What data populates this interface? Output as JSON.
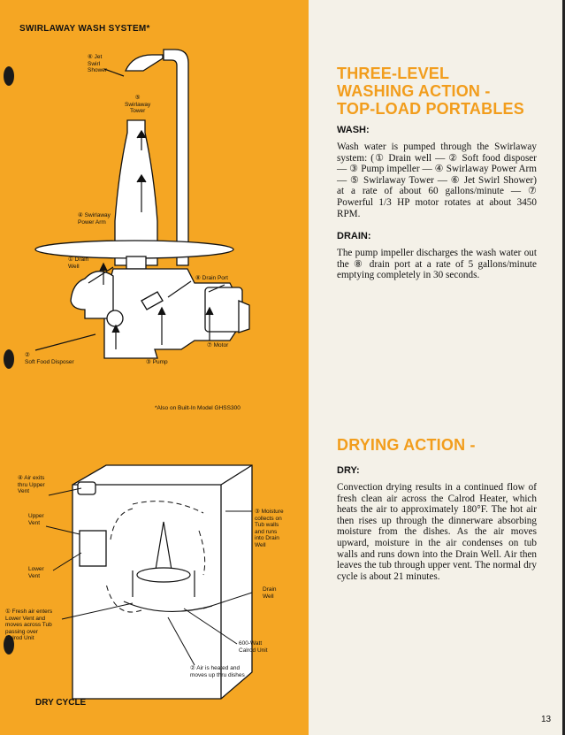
{
  "left": {
    "system_title": "SWIRLAWAY WASH SYSTEM*",
    "footnote": "*Also on Built-In Model GHSS300",
    "dry_cycle_title": "DRY CYCLE",
    "wash_labels": {
      "l6": "⑥ Jet\nSwirl\nShower",
      "l5": "⑤\nSwirlaway\nTower",
      "l4": "④ Swirlaway\nPower Arm",
      "l1": "① Drain\nWell",
      "l8": "⑧ Drain Port",
      "l7": "⑦ Motor",
      "l2": "②\nSoft Food Disposer",
      "l3": "③ Pump"
    },
    "dry_labels": {
      "air_exits": "④ Air exits\nthru Upper\nVent",
      "upper_vent": "Upper\nVent",
      "lower_vent": "Lower\nVent",
      "fresh_air": "① Fresh air enters\nLower Vent and\nmoves across Tub\npassing over\nCalrod Unit",
      "moisture": "③ Moisture\ncollects on\nTub walls\nand runs\ninto Drain\nWell",
      "drain_well": "Drain\nWell",
      "calrod": "600-Watt\nCalrod Unit",
      "air_heated": "② Air is heated and\nmoves up thru dishes"
    },
    "colors": {
      "panel": "#f5a623",
      "accent": "#f29d1c"
    }
  },
  "right": {
    "heading1_line1": "THREE-LEVEL",
    "heading1_line2": "WASHING ACTION -",
    "heading1_line3": "TOP-LOAD PORTABLES",
    "wash_sub": "WASH:",
    "wash_text": "Wash water is pumped through the Swirlaway system: (① Drain well — ② Soft food disposer — ③ Pump impeller — ④ Swirlaway Power Arm — ⑤ Swirlaway Tower — ⑥ Jet Swirl Shower) at a rate of about 60 gallons/minute — ⑦ Powerful 1/3 HP motor rotates at about 3450 RPM.",
    "drain_sub": "DRAIN:",
    "drain_text": "The pump impeller discharges the wash water out the ⑧ drain port at a rate of 5 gallons/minute emptying completely in 30 seconds.",
    "heading2": "DRYING ACTION -",
    "dry_sub": "DRY:",
    "dry_text": "Convection drying results in a continued flow of fresh clean air across the Calrod Heater, which heats the air to approximately 180°F. The hot air then rises up through the dinnerware absorbing moisture from the dishes. As the air moves upward, moisture in the air condenses on tub walls and runs down into the Drain Well. Air then leaves the tub through upper vent. The normal dry cycle is about 21 minutes."
  },
  "page_number": "13"
}
